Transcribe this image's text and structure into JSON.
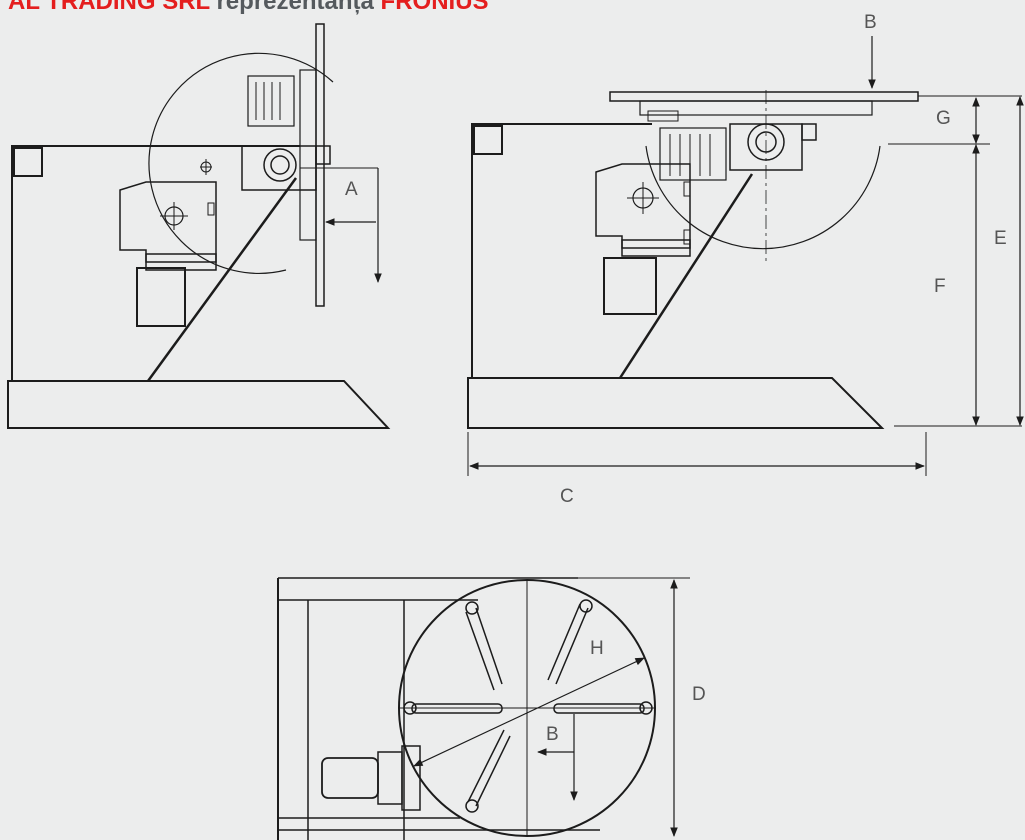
{
  "header": {
    "company": "AL TRADING SRL",
    "middle": "reprezentanța",
    "brand": "FRONIUS"
  },
  "labels": {
    "a": "A",
    "b_top": "B",
    "b_bottom": "B",
    "c": "C",
    "d": "D",
    "e": "E",
    "f": "F",
    "g": "G",
    "h": "H"
  },
  "colors": {
    "background": "#eceded",
    "brand_red": "#e41e1e",
    "text_gray": "#555a5e",
    "line": "#1c1c1c"
  }
}
